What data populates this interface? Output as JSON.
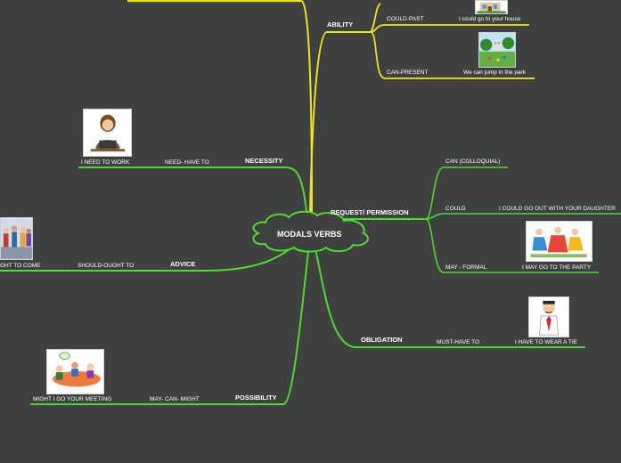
{
  "center": {
    "label": "MODALS VERBS"
  },
  "colors": {
    "background": "#3e4140",
    "yellow_branch": "#f2e21a",
    "green_branch": "#4bdc2b",
    "text": "#ffffff"
  },
  "branches": {
    "ability": {
      "label": "ABILITY",
      "items": [
        {
          "modal": "COULD-PAST",
          "example": "I could go to your house"
        },
        {
          "modal": "CAN-PRESENT",
          "example": "We can jump in the park"
        }
      ]
    },
    "necessity": {
      "label": "NECESSITY",
      "modal": "NEED- HAVE TO",
      "example": "I NEED TO WORK"
    },
    "advice": {
      "label": "ADVICE",
      "modal": "SHOULD-OUGHT TO",
      "example": "GHT TO COME"
    },
    "possibility": {
      "label": "POSSIBILITY",
      "modal": "MAY- CAN- MIGHT",
      "example": "MIGHT I GO YOUR MEETING"
    },
    "request": {
      "label": "REQUEST/ PERMISSION",
      "items": [
        {
          "modal": "CAN (COLLOQUIAL)",
          "example": ""
        },
        {
          "modal": "COULD",
          "example": "I COULD GO OUT WITH YOUR DAUGHTER"
        },
        {
          "modal": "MAY - FORMAL",
          "example": "I MAY GO TO THE PARTY"
        }
      ]
    },
    "obligation": {
      "label": "OBLIGATION",
      "modal": "MUST-HAVE TO",
      "example": "I HAVE TO WEAR A TIE"
    }
  }
}
